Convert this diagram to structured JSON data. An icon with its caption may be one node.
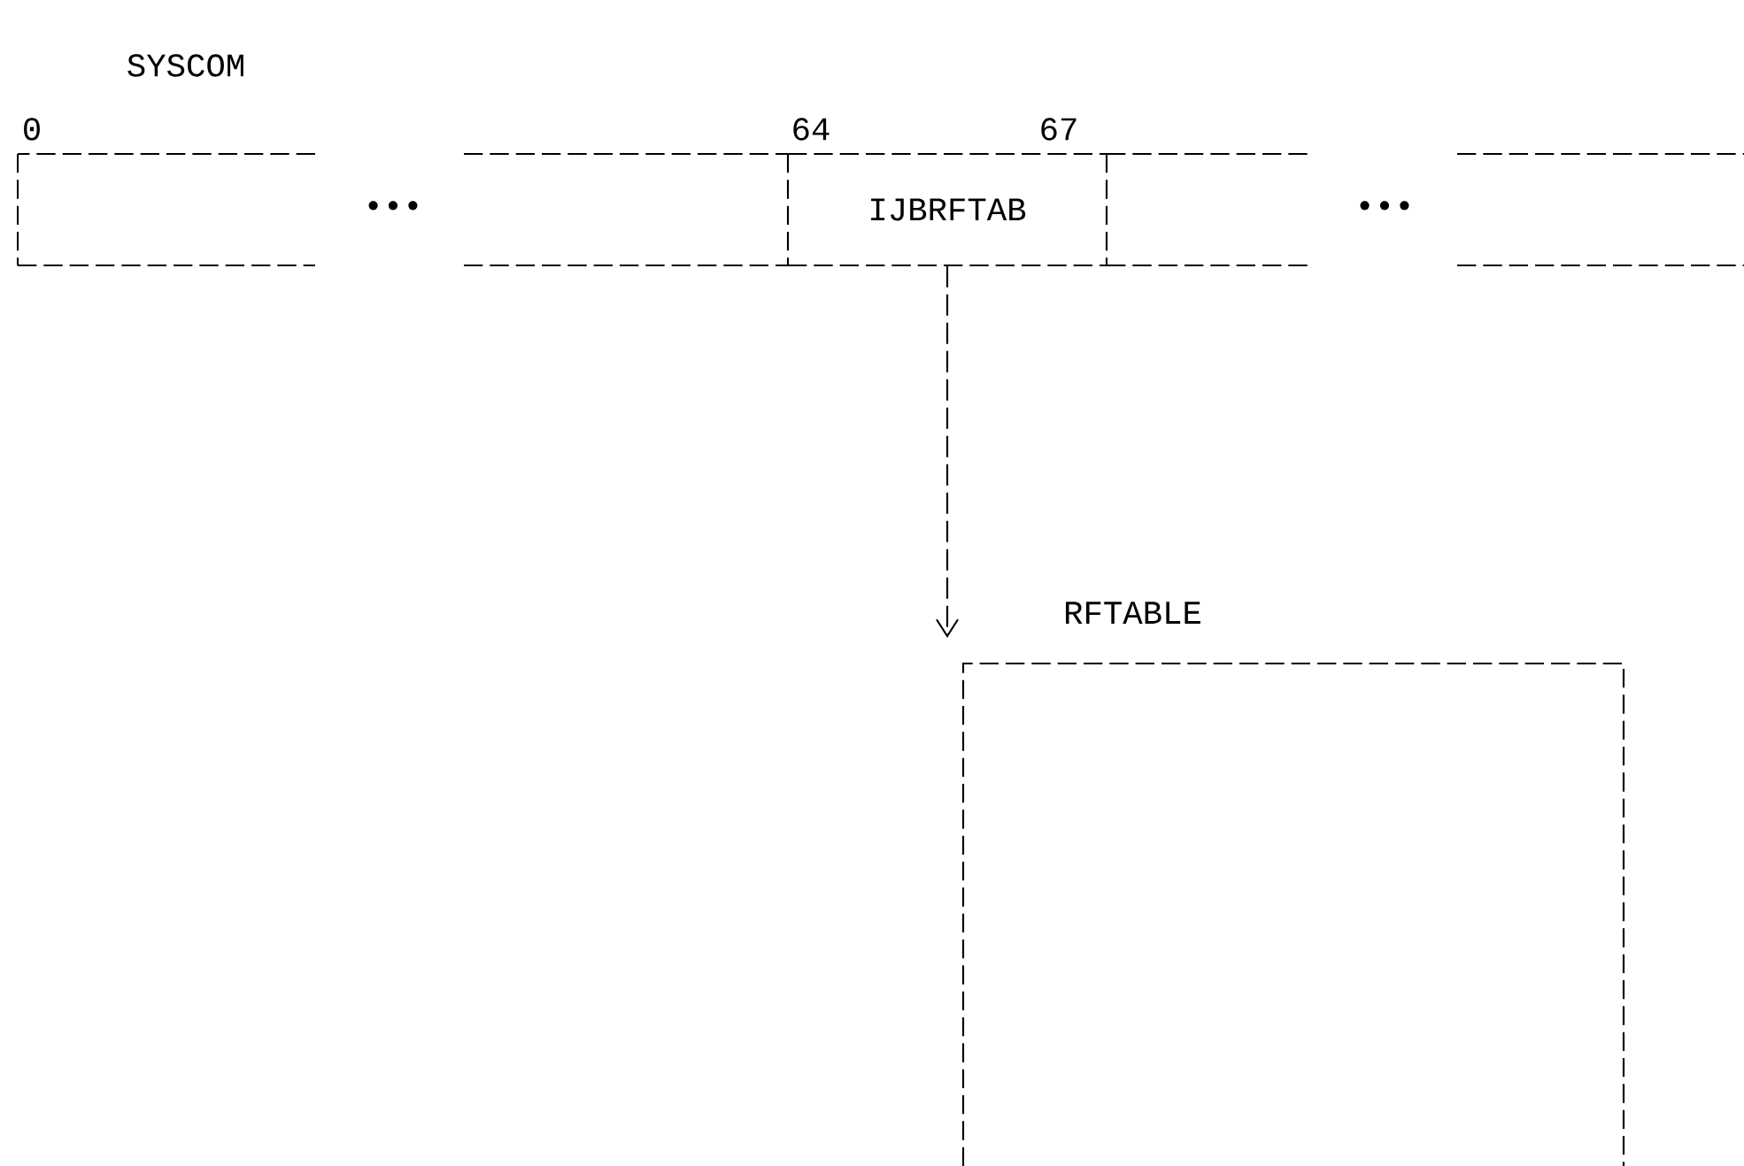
{
  "diagram": {
    "nodes": [
      {
        "text": [
          "IJBRFTAB"
        ]
      },
      {
        "text": [
          "RFTABLE"
        ]
      }
    ],
    "edges": [
      {
        "from": 0,
        "to": 1,
        "arrow": "to",
        "style": "dashed"
      }
    ],
    "labels": [
      "SYSCOM",
      "0",
      "64",
      "67",
      "•••",
      "•••"
    ]
  }
}
